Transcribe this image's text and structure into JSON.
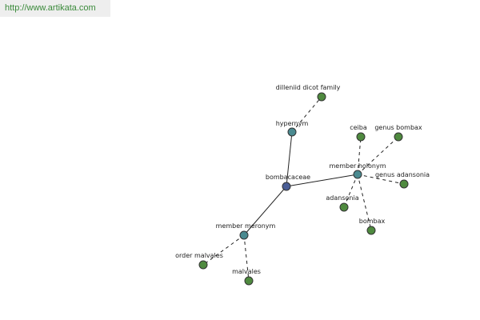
{
  "url": "http://www.artikata.com",
  "colors": {
    "root": "#4a5e96",
    "relation": "#4a8a90",
    "term": "#4f8a3f",
    "banner": "#eeeeee"
  },
  "graph": {
    "root": {
      "id": "bombacaceae",
      "label": "bombacaceae",
      "kind": "root"
    },
    "relations": [
      {
        "id": "hypernym",
        "label": "hypernym",
        "kind": "relation"
      },
      {
        "id": "member-holonym",
        "label": "member holonym",
        "kind": "relation"
      },
      {
        "id": "member-meronym",
        "label": "member meronym",
        "kind": "relation"
      }
    ],
    "terms": [
      {
        "id": "dilleniid-dicot-family",
        "label": "dilleniid dicot family",
        "parent": "hypernym"
      },
      {
        "id": "ceiba",
        "label": "ceiba",
        "parent": "member-holonym"
      },
      {
        "id": "genus-bombax",
        "label": "genus bombax",
        "parent": "member-holonym"
      },
      {
        "id": "genus-adansonia",
        "label": "genus adansonia",
        "parent": "member-holonym"
      },
      {
        "id": "adansonia",
        "label": "adansonia",
        "parent": "member-holonym"
      },
      {
        "id": "bombax",
        "label": "bombax",
        "parent": "member-holonym"
      },
      {
        "id": "order-malvales",
        "label": "order malvales",
        "parent": "member-meronym"
      },
      {
        "id": "malvales",
        "label": "malvales",
        "parent": "member-meronym"
      }
    ]
  }
}
